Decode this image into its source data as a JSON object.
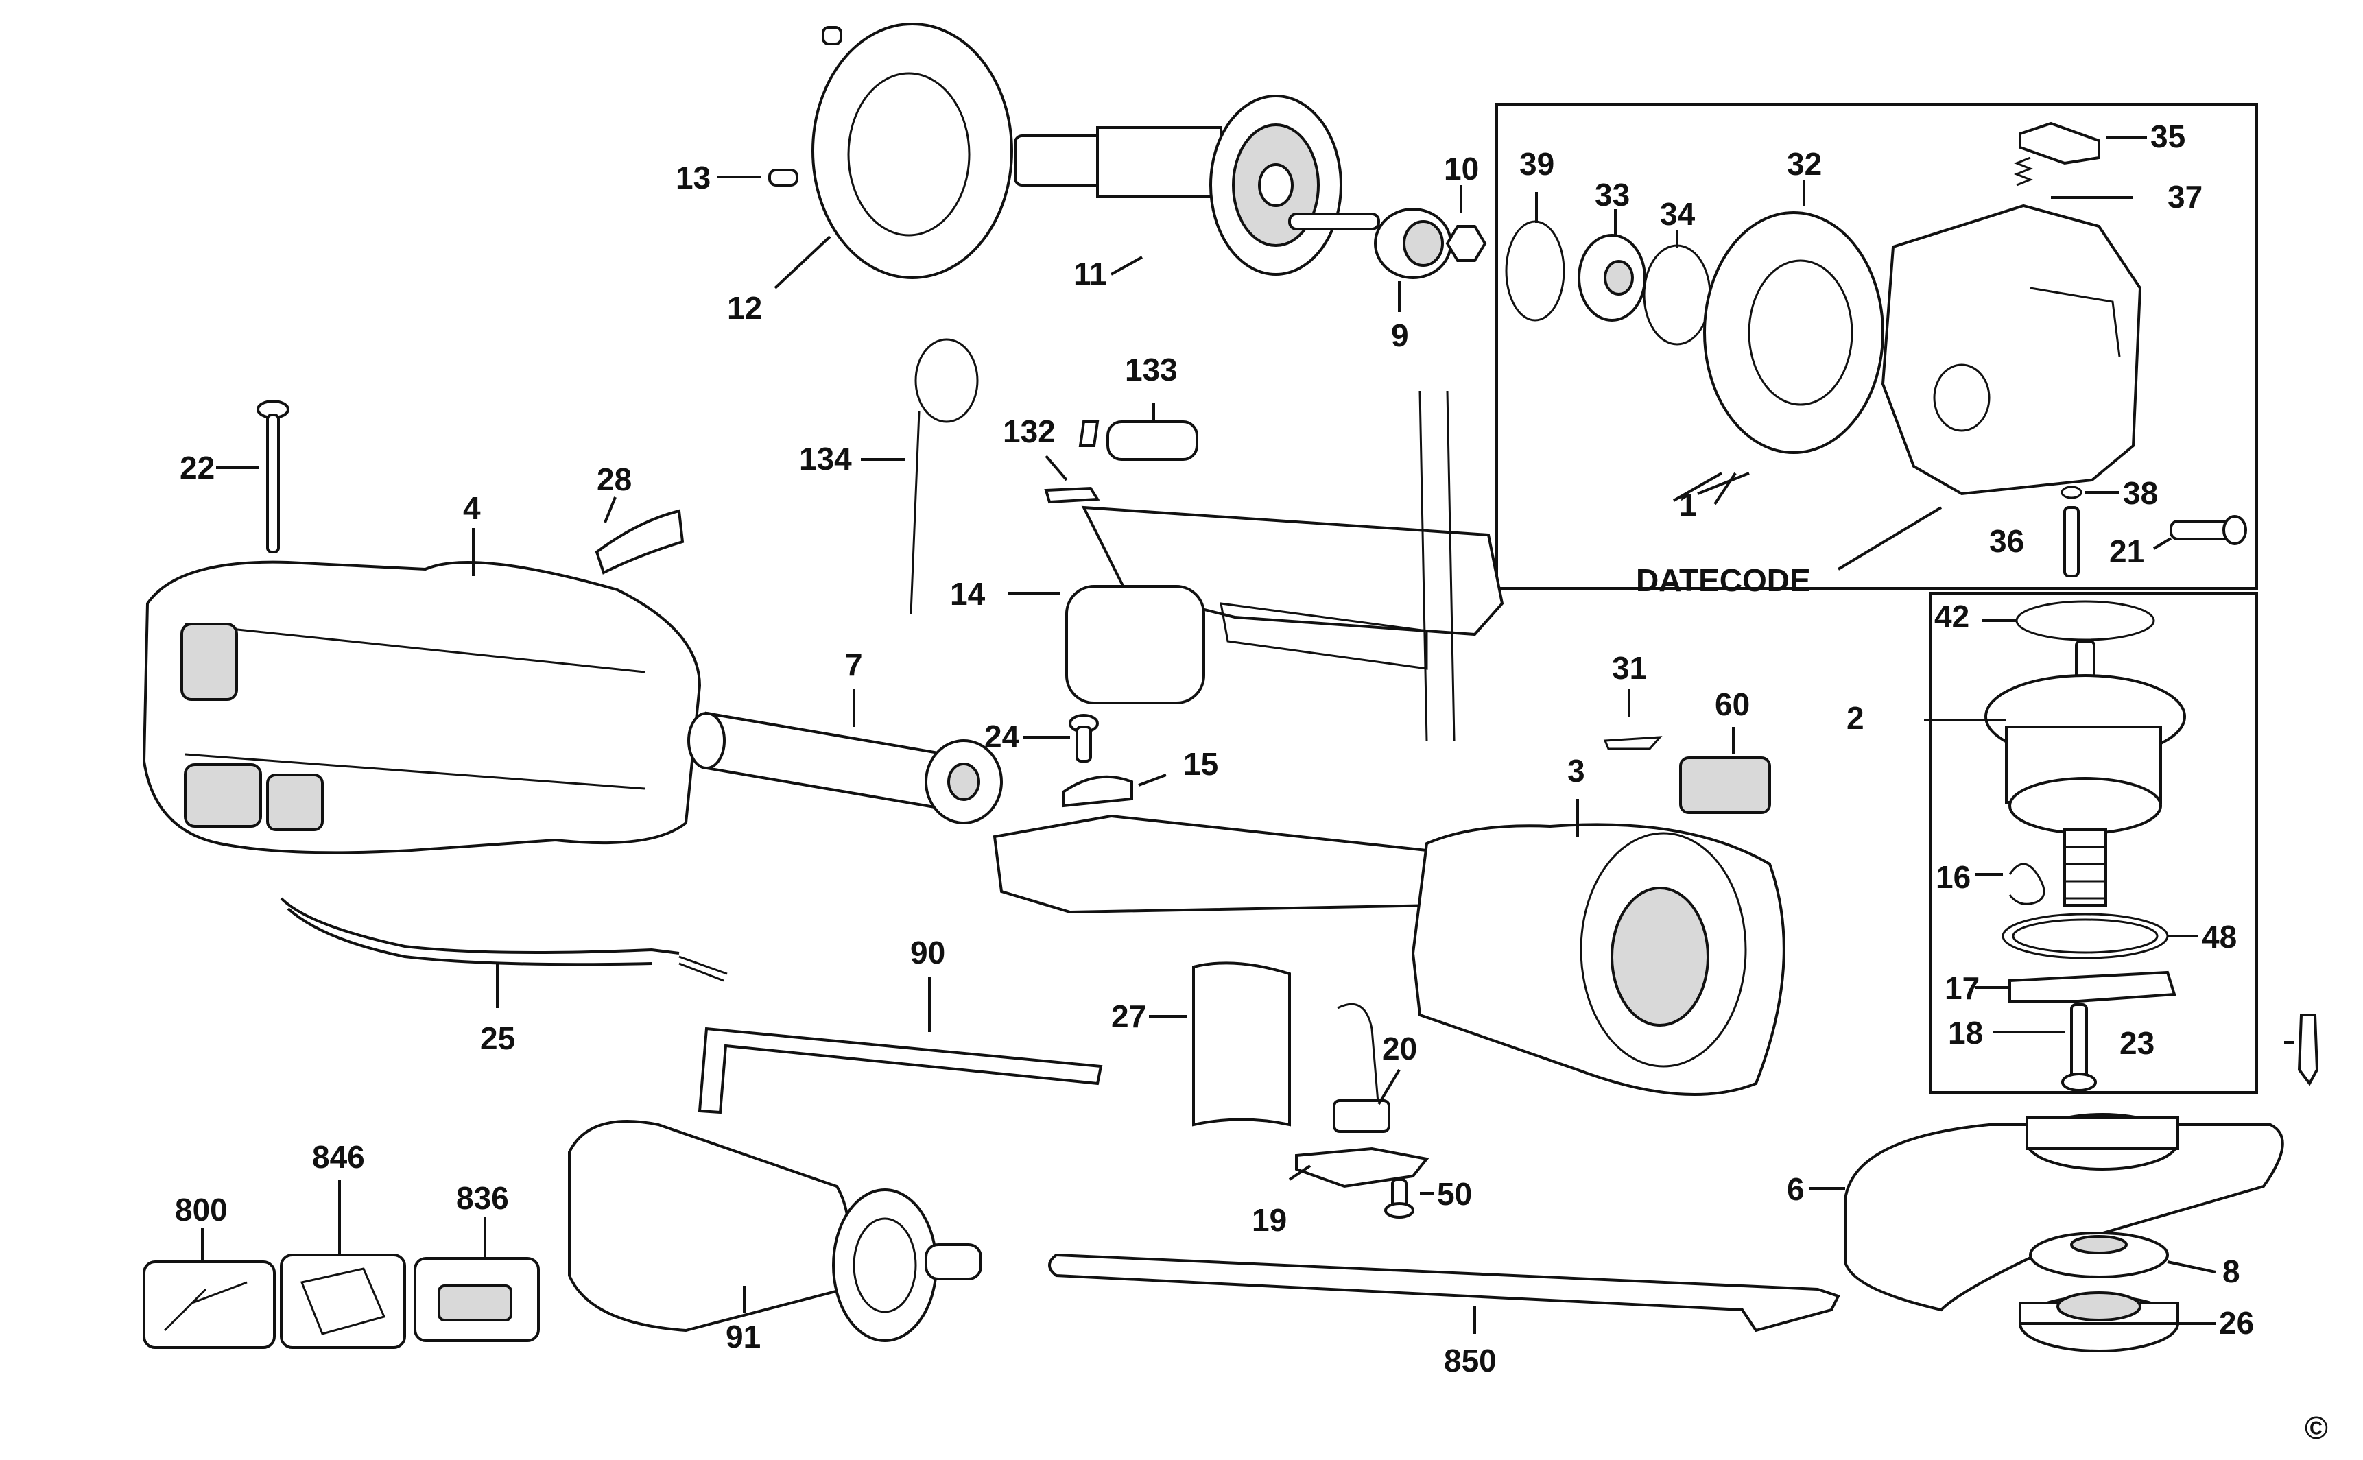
{
  "diagram": {
    "copyright_mark": "©",
    "labels": {
      "p1": "1",
      "p2": "2",
      "p3": "3",
      "p4": "4",
      "p6": "6",
      "p7": "7",
      "p8": "8",
      "p9": "9",
      "p10": "10",
      "p11": "11",
      "p12": "12",
      "p13": "13",
      "p14": "14",
      "p15": "15",
      "p16": "16",
      "p17": "17",
      "p18": "18",
      "p19": "19",
      "p20": "20",
      "p21": "21",
      "p22": "22",
      "p23": "23",
      "p24": "24",
      "p25": "25",
      "p26": "26",
      "p27": "27",
      "p28": "28",
      "p31": "31",
      "p32": "32",
      "p33": "33",
      "p34": "34",
      "p35": "35",
      "p36": "36",
      "p37": "37",
      "p38": "38",
      "p39": "39",
      "p42": "42",
      "p48": "48",
      "p50": "50",
      "p60": "60",
      "p90": "90",
      "p91": "91",
      "p132": "132",
      "p133": "133",
      "p134": "134",
      "p800": "800",
      "p836": "836",
      "p846": "846",
      "p850": "850",
      "datecode": "DATECODE"
    }
  }
}
